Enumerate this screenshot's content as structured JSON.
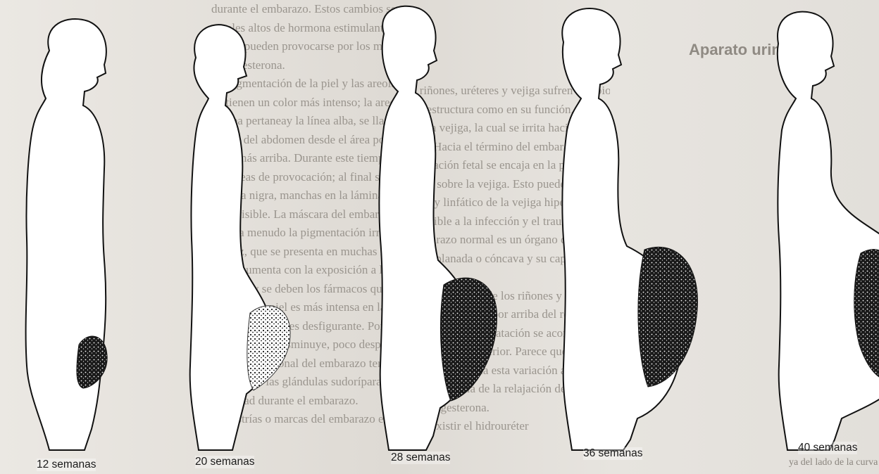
{
  "heading": "Aparato urinario",
  "captions": [
    "12 semanas",
    "20 semanas",
    "28 semanas",
    "36 semanas",
    "40 semanas"
  ],
  "left_column": [
    "durante el embarazo. Estos cambios se estim",
    "niveles altos de hormona estimulante de los me",
    "cuales pueden provocarse por los mayores niveles",
    "y progesterona.",
    "La pigmentación de la piel y las areolas en aparecer",
    "ya tienen un color más intenso; la areola, les poco",
    "el área pertaneay la línea alba, se llama alba se re",
    "media del abdomen desde el área poblemente el",
    "poco más arriba. Durante este tiempo se aumenta",
    "las líneas de provocación; al final se oscurece la",
    "la línea nigra, manchas en la lámina II a co",
    "muy visible. La máscara del embarazo o la máscara",
    "rayo; a menudo la pigmentación irregular de las m",
    "y nariz, que se presenta en muchas mujeres durante",
    "y que aumenta con la exposición a la luz solar. Puede",
    "cambiar y se deben los fármacos que toman an",
    "orales. Esta piel es más intensa en las mujeres d",
    "y, en ocasiones, es desfigurante. Por fortuna, se",
    "por lo menos disminuye, poco después del parto.",
    "fluencia hormonal del embarazo termina. Ade",
    "cuente que las glándulas sudoríparas y sebáceas",
    "actividad durante el embarazo.",
    "Las estrías o marcas del embarazo en la"
  ],
  "right_column": [
    "Los riñones, uréteres y vejiga sufren cambios, tanto",
    "en su estructura como en su función. El útero presiona",
    "sobre la vejiga, la cual se irrita hacia el útero crecido",
    "pelvis. Hacia el término del embarazo, cuando la",
    "presentación fetal se encaja en la pelvis, se vuelve la",
    "presión sobre la vejiga. Esto puede disminuir el drenaje san-",
    "guíneo y linfático de la vejiga hiperémica, lo que la hace más",
    "susceptible a la infección y el traumatismo. La vejiga, que en",
    "el embarazo normal es un órgano convexo, adquiere una",
    "forma aplanada o cóncava y su capacidad de retención",
    "",
    "Se dilata la pelvis de los riñones y uréteres más",
    "en el lado derecho, por arriba del reborde pélvico y",
    "de manera que la dilatación se acompaña de",
    "una curvatura posterior. Parece que no es por un",
    "factor que provoca esta variación anatómica y que",
    "es consecuencia de la relajación del tono muscular",
    "de la progesterona.",
    "Puede existir el hidrouréter"
  ],
  "bottom_right_text": "ya del lado de la curva"
}
